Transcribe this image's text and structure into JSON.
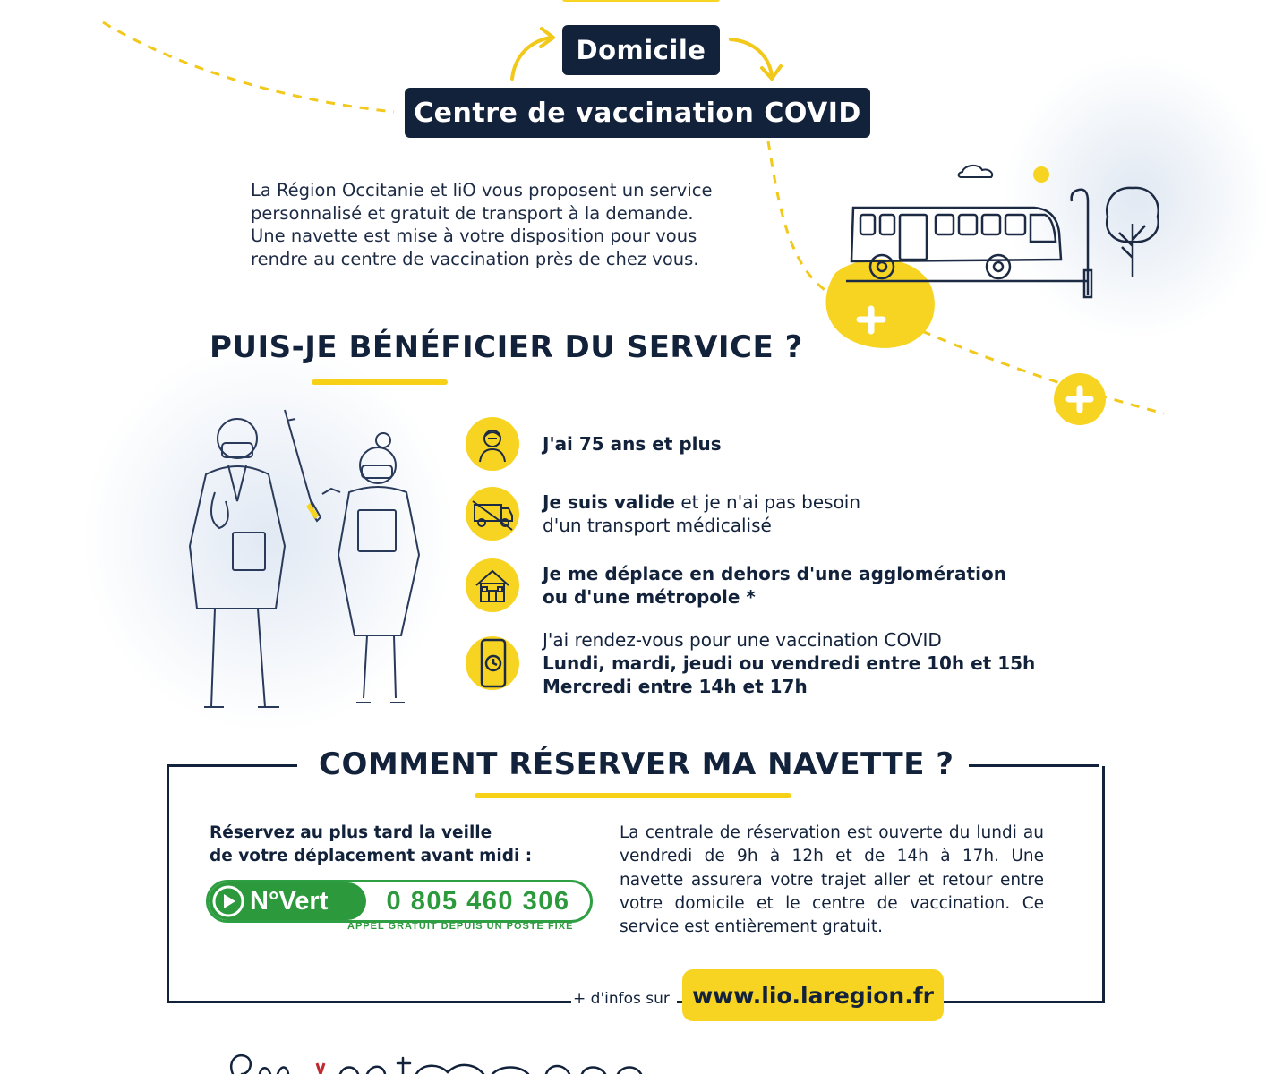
{
  "header": {
    "tag_home": "Domicile",
    "tag_center": "Centre de vaccination COVID"
  },
  "intro": {
    "line1": "La Région Occitanie et liO vous proposent un service",
    "line2": "personnalisé et gratuit de transport à la demande.",
    "line3": "Une navette est mise à votre disposition pour vous",
    "line4": "rendre au centre de vaccination près de chez vous."
  },
  "eligibility": {
    "title": "PUIS-JE BÉNÉFICIER DU SERVICE ?",
    "items": [
      {
        "icon": "elderly-person-icon",
        "bold": "J'ai 75 ans et plus",
        "rest": ""
      },
      {
        "icon": "ambulance-crossed-icon",
        "bold": "Je suis valide",
        "rest": " et je n'ai pas besoin",
        "line2": "d'un transport médicalisé"
      },
      {
        "icon": "house-icon",
        "bold": "Je me déplace en dehors d'une agglomération",
        "line2_bold": "ou d'une métropole *"
      },
      {
        "icon": "phone-clock-icon",
        "line1": "J'ai rendez-vous pour une vaccination COVID",
        "line2_bold": "Lundi, mardi, jeudi ou vendredi entre 10h et 15h",
        "line3_bold": "Mercredi entre 14h et 17h"
      }
    ]
  },
  "booking": {
    "title": "COMMENT RÉSERVER MA NAVETTE ?",
    "left_line1": "Réservez au plus tard la veille",
    "left_line2": "de votre déplacement avant midi :",
    "phone_label": "N°Vert",
    "phone_number": "0 805 460 306",
    "phone_sub": "APPEL GRATUIT DEPUIS UN POSTE FIXE",
    "right_text": "La centrale de réservation est ouverte du lundi au vendredi de 9h à 12h et de 14h à 17h. Une navette assurera votre trajet aller et retour entre votre domicile et le centre de vaccination. Ce service est entièrement gratuit.",
    "more_info": "+ d'infos sur",
    "website": "www.lio.laregion.fr"
  },
  "colors": {
    "navy": "#13223b",
    "yellow": "#f8d422",
    "green": "#2c9a3c"
  }
}
